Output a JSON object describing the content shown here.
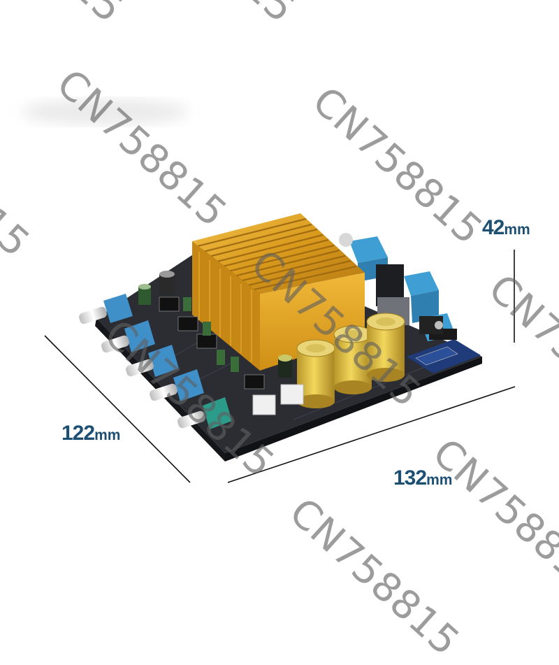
{
  "product": {
    "name": "audio amplifier board",
    "heatsink_color": "#e0a526",
    "pcb_color": "#2b2d33",
    "capacitor_color": "#d9b93a"
  },
  "dimensions": {
    "height": {
      "value": "42",
      "unit": "mm"
    },
    "depth": {
      "value": "122",
      "unit": "mm"
    },
    "width": {
      "value": "132",
      "unit": "mm"
    }
  },
  "watermark": {
    "text": "CN758815",
    "color": "#5f5f5f"
  },
  "colors": {
    "dimension_text": "#1d4f73",
    "dimension_line": "#111111"
  }
}
